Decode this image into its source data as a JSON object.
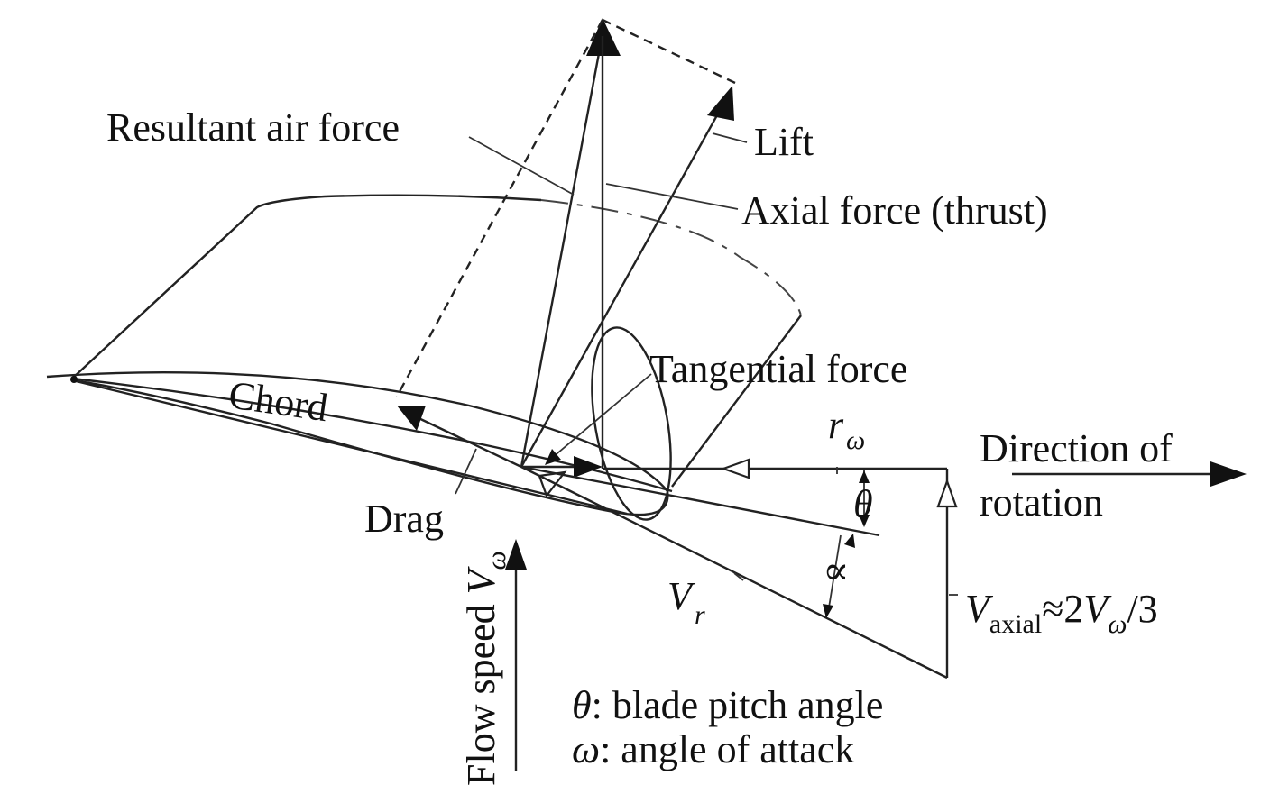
{
  "labels": {
    "resultant": "Resultant air force",
    "lift": "Lift",
    "axial": "Axial force (thrust)",
    "tangential": "Tangential force",
    "chord": "Chord",
    "drag": "Drag",
    "direction_line1": "Direction of",
    "direction_line2": "rotation",
    "flow_speed": "Flow speed ",
    "flow_speed_sym": "V",
    "flow_speed_sub": "ω",
    "r_omega_sym": "r",
    "r_omega_sub": "ω",
    "theta": "θ",
    "alpha": "∝",
    "vr_sym": "V",
    "vr_sub": "r",
    "vaxial_sym": "V",
    "vaxial_sub": "axial",
    "vaxial_mid": "≈2",
    "vaxial_sym2": "V",
    "vaxial_sub2": "ω",
    "vaxial_end": "/3"
  },
  "legend": {
    "theta_sym": "θ",
    "theta_text": ": blade pitch angle",
    "omega_sym": "ω",
    "omega_text": ": angle of attack"
  }
}
